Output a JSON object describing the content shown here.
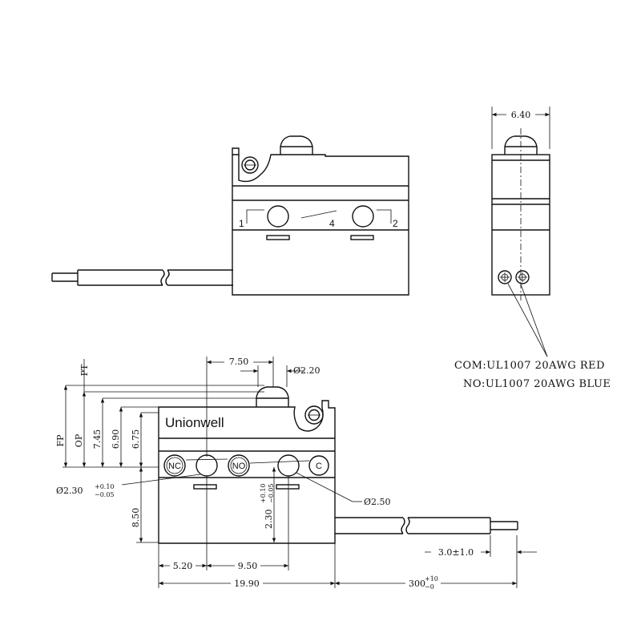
{
  "top_view": {
    "pins": [
      "1",
      "4",
      "2"
    ]
  },
  "side_view": {
    "width_dim": "6.40"
  },
  "wire_notes": {
    "com": "COM:UL1007 20AWG RED",
    "no": "NO:UL1007 20AWG BLUE"
  },
  "front_view": {
    "brand": "Unionwell",
    "terminals": {
      "nc": "NC",
      "no": "NO",
      "c": "C"
    },
    "dims": {
      "pt": "PT",
      "fp": "FP",
      "op": "OP",
      "d745": "7.45",
      "d690": "6.90",
      "d675": "6.75",
      "d750": "7.50",
      "d220": "Ø2.20",
      "hole_left_base": "Ø2.30",
      "hole_left_tol_up": "+0.10",
      "hole_left_tol_dn": "−0.05",
      "hole_right": "Ø2.50",
      "d850": "8.50",
      "vert_base": "2.30",
      "vert_tol_up": "+0.10",
      "vert_tol_dn": "−0.05",
      "d520": "5.20",
      "d950": "9.50",
      "d1990": "19.90",
      "wire_len_base": "300",
      "wire_len_tol_up": "+10",
      "wire_len_tol_dn": "−0",
      "strip_len": "3.0±1.0"
    }
  }
}
